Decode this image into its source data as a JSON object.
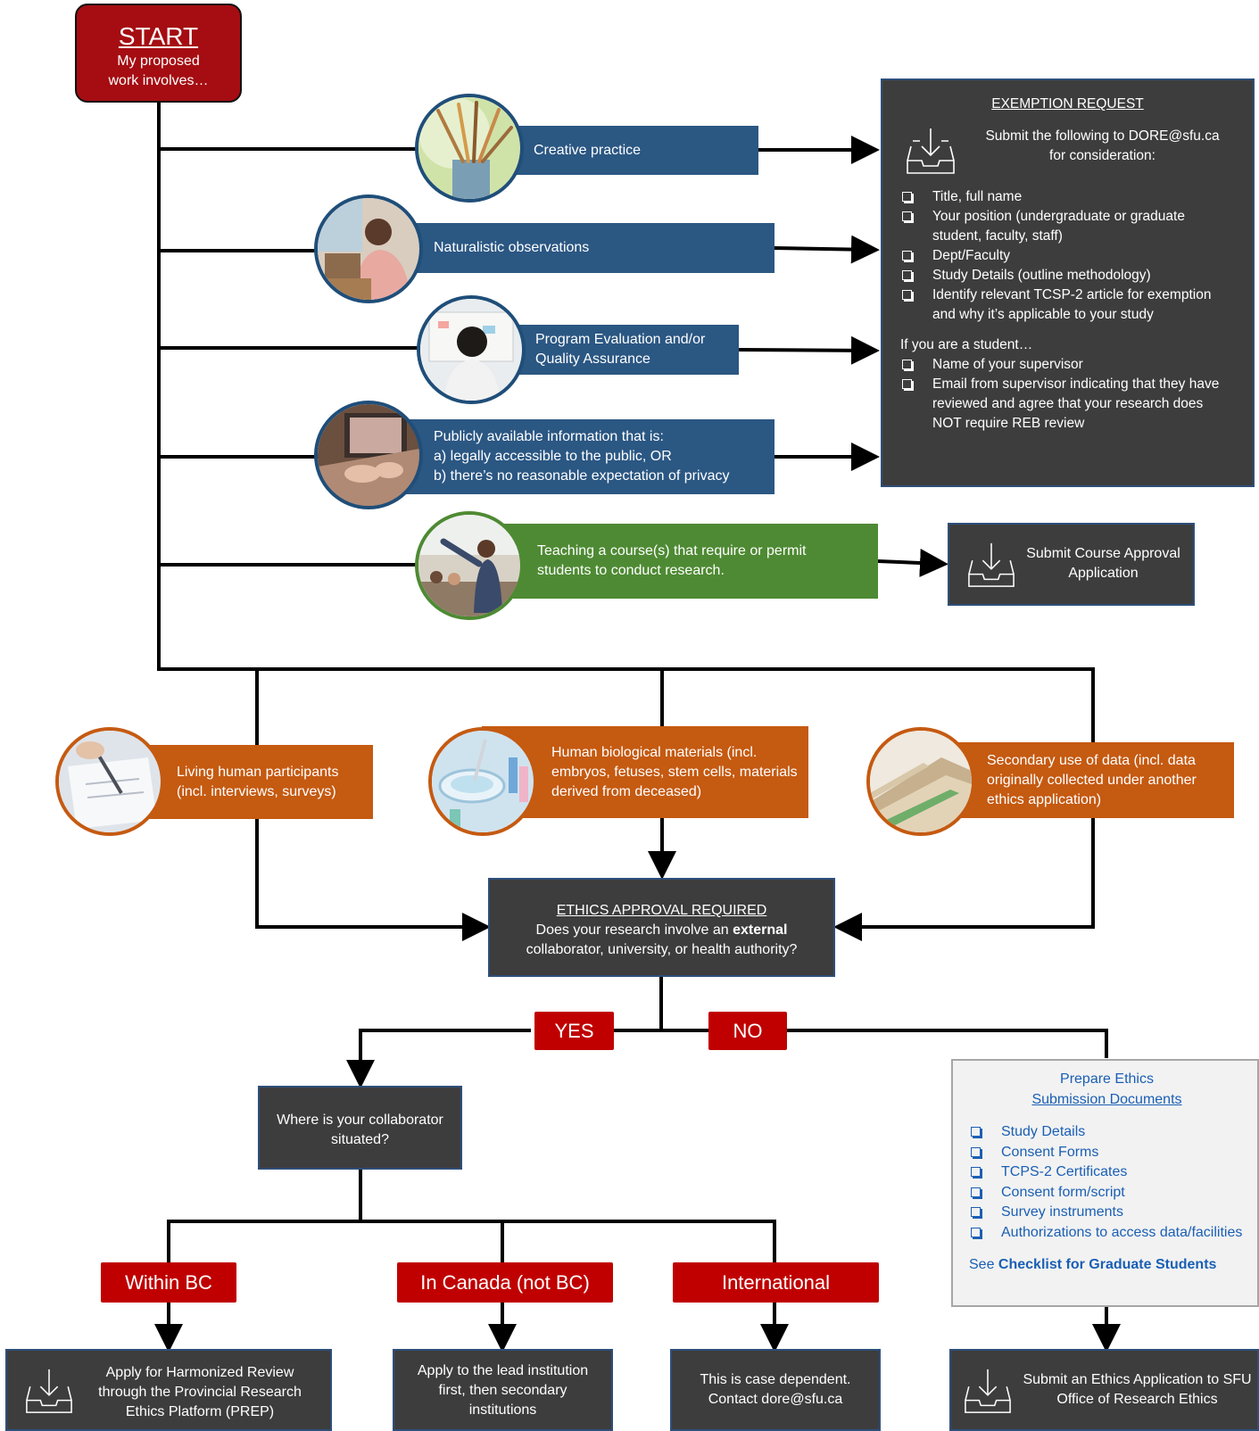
{
  "start": {
    "title": "START",
    "line1": "My proposed",
    "line2": "work involves…"
  },
  "categories": {
    "creative": "Creative practice",
    "naturalistic": "Naturalistic observations",
    "program": "Program Evaluation and/or Quality Assurance",
    "public_lines": [
      "Publicly available information that is:",
      "a) legally accessible to the public, OR",
      "b) there’s no reasonable expectation of privacy"
    ],
    "teaching": "Teaching a course(s) that require or permit students to conduct research.",
    "living": "Living human participants (incl. interviews, surveys)",
    "bio": "Human biological materials (incl. embryos, fetuses, stem cells, materials derived from deceased)",
    "secondary": "Secondary use of data (incl. data originally collected under another ethics application)"
  },
  "exemption": {
    "title": "EXEMPTION REQUEST",
    "intro": "Submit the following to DORE@sfu.ca for consideration:",
    "items": [
      "Title, full name",
      "Your position (undergraduate or graduate student, faculty, staff)",
      "Dept/Faculty",
      "Study Details (outline methodology)",
      "Identify relevant TCSP-2 article for exemption and why it’s applicable to your study"
    ],
    "student_heading": "If you are a student…",
    "student_items": [
      "Name of your supervisor",
      "Email from supervisor indicating that they have reviewed and agree that your research does NOT require REB review"
    ]
  },
  "course_approval": "Submit Course Approval Application",
  "ethics": {
    "title": "ETHICS APPROVAL REQUIRED",
    "q_before": "Does your research involve an ",
    "q_bold": "external",
    "q_after": " collaborator, university, or health authority?"
  },
  "yes": "YES",
  "no": "NO",
  "collaborator_question": "Where is your collaborator situated?",
  "locations": {
    "bc": "Within BC",
    "canada": "In Canada (not BC)",
    "international": "International"
  },
  "outcomes": {
    "bc": "Apply for Harmonized Review through the Provincial Research Ethics Platform (PREP)",
    "canada": "Apply to the lead institution first, then secondary institutions",
    "international": "This is case dependent. Contact dore@sfu.ca",
    "sfu": "Submit an Ethics Application to SFU Office of Research Ethics"
  },
  "prepare": {
    "line1": "Prepare Ethics",
    "line2": "Submission Documents",
    "items": [
      "Study Details",
      "Consent Forms",
      "TCPS-2 Certificates",
      "Consent form/script",
      "Survey instruments",
      "Authorizations to access data/facilities"
    ],
    "see": "See ",
    "checklist": "Checklist for Graduate Students"
  },
  "icons": [
    "inbox-tray-icon",
    "paintbrushes-photo",
    "man-at-laptop-photo",
    "student-at-whiteboard-photo",
    "hands-on-laptop-photo",
    "teacher-in-classroom-photo",
    "signing-form-photo",
    "lab-glassware-photo",
    "file-folders-photo"
  ],
  "colors": {
    "dark": "#3d3d3d",
    "blue": "#2b5783",
    "green": "#4e8a33",
    "orange": "#c55a11",
    "red": "#c00000",
    "start": "#a50d12",
    "link": "#1a5fb4"
  }
}
